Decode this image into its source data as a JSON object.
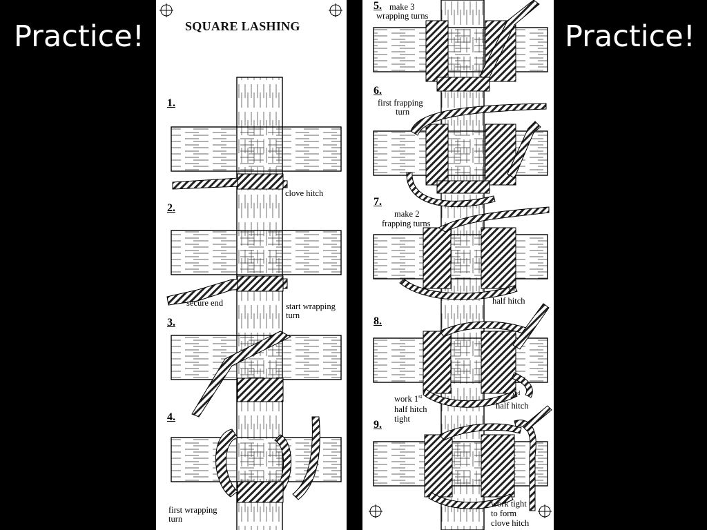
{
  "slide": {
    "heading_left": "Practice!",
    "heading_right": "Practice!"
  },
  "left_panel": {
    "title": "SQUARE LASHING",
    "steps": [
      {
        "number": "1.",
        "label": "clove hitch"
      },
      {
        "number": "2.",
        "label_a": "secure end",
        "label_b_line1": "start wrapping",
        "label_b_line2": "turn"
      },
      {
        "number": "3."
      },
      {
        "number": "4.",
        "label_line1": "first wrapping",
        "label_line2": "turn"
      }
    ]
  },
  "right_panel": {
    "steps": [
      {
        "number": "5.",
        "label_line1": "make 3",
        "label_line2": "wrapping turns"
      },
      {
        "number": "6.",
        "label_line1": "first frapping",
        "label_line2": "turn"
      },
      {
        "number": "7.",
        "label_line1": "make 2",
        "label_line2": "frapping turns",
        "label_b_num": "1",
        "label_b_sup": "st",
        "label_b_line2": "half hitch"
      },
      {
        "number": "8.",
        "label_a_line1": "work  1",
        "label_a_sup": "st",
        "label_a_line2": "half hitch",
        "label_a_line3": "tight",
        "label_b_num": "2",
        "label_b_sup": "nd",
        "label_b_line2": "half hitch"
      },
      {
        "number": "9.",
        "label_line1": "work tight",
        "label_line2": "to form",
        "label_line3": "clove hitch"
      }
    ]
  }
}
